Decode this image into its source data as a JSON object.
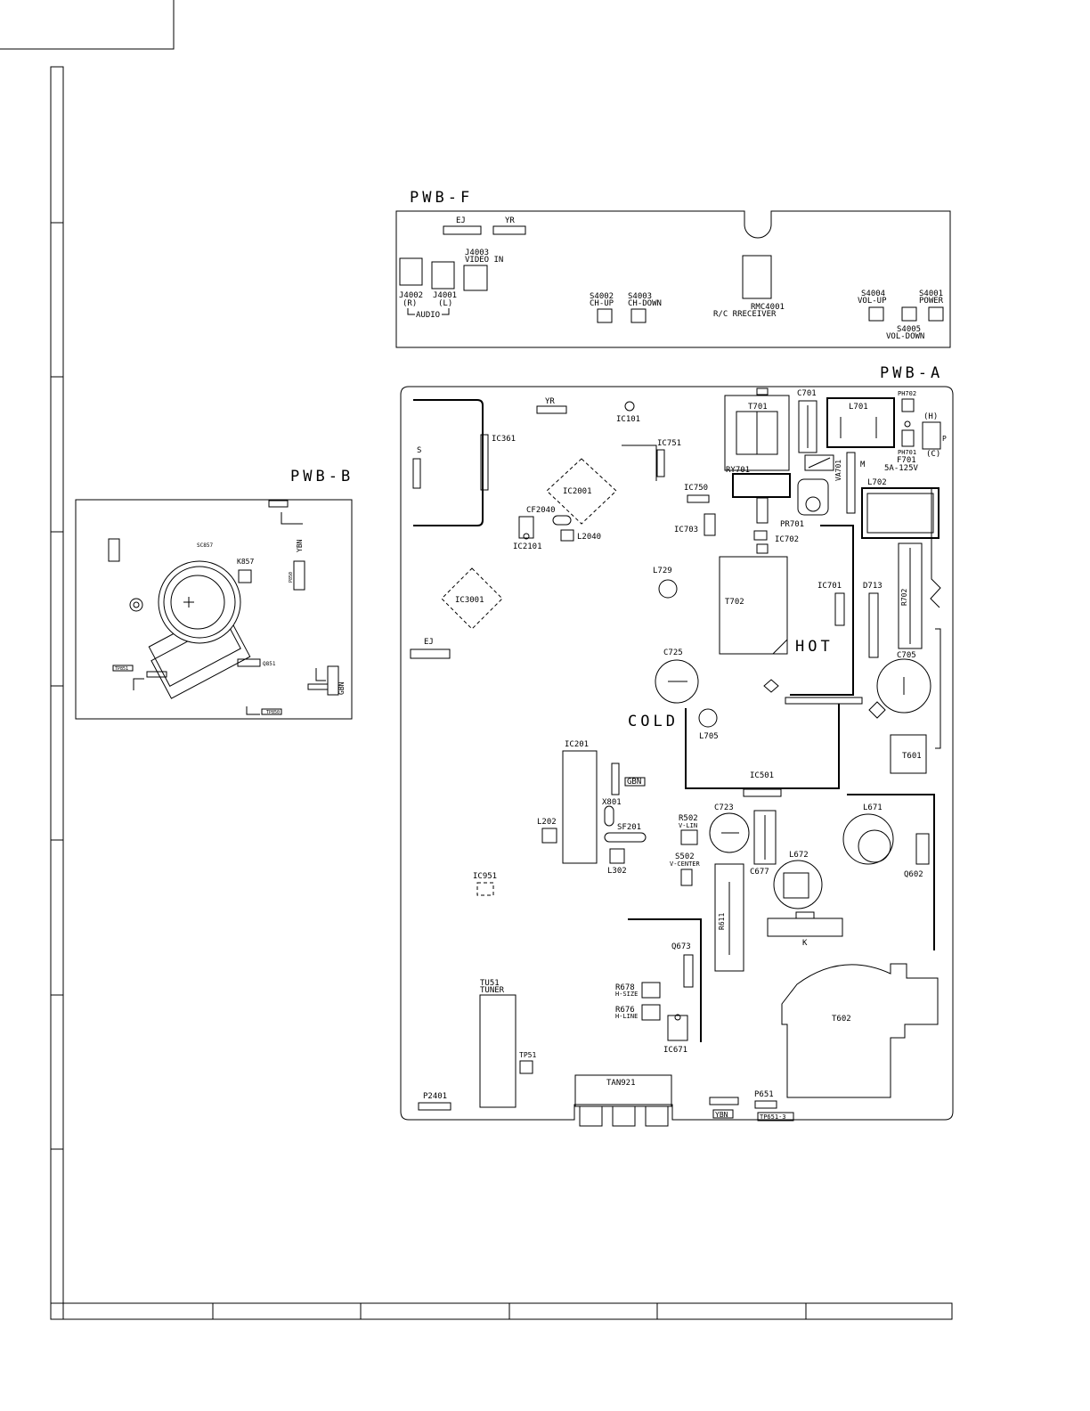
{
  "boards": {
    "f": {
      "title": "PWB-F"
    },
    "a": {
      "title": "PWB-A"
    },
    "b": {
      "title": "PWB-B"
    }
  },
  "pwb_f": {
    "ej": "EJ",
    "yr": "YR",
    "j4003_a": "J4003",
    "j4003_b": "VIDEO IN",
    "j4002_a": "J4002",
    "j4002_b": "(R)",
    "j4001_a": "J4001",
    "j4001_b": "(L)",
    "audio": "AUDIO",
    "s4002_a": "S4002",
    "s4002_b": "CH-UP",
    "s4003_a": "S4003",
    "s4003_b": "CH-DOWN",
    "rmc_a": "RMC4001",
    "rmc_b": "R/C RRECEIVER",
    "s4004_a": "S4004",
    "s4004_b": "VOL-UP",
    "s4001_a": "S4001",
    "s4001_b": "POWER",
    "s4005_a": "S4005",
    "s4005_b": "VOL-DOWN"
  },
  "pwb_a": {
    "yr": "YR",
    "ic101": "IC101",
    "s": "S",
    "ic361": "IC361",
    "ic751": "IC751",
    "ic2001": "IC2001",
    "cf2040": "CF2040",
    "l2040": "L2040",
    "ic2101": "IC2101",
    "ic3001": "IC3001",
    "ej": "EJ",
    "t701": "T701",
    "c701": "C701",
    "l701": "L701",
    "ph702": "PH702",
    "h": "(H)",
    "c": "(C)",
    "ph701": "PH701",
    "f701_a": "F701",
    "f701_b": "5A-125V",
    "p": "P",
    "m": "M",
    "ry701": "RY701",
    "va701": "VA701",
    "ic750": "IC750",
    "ic703": "IC703",
    "pr701": "PR701",
    "ic702": "IC702",
    "l702": "L702",
    "l729": "L729",
    "t702": "T702",
    "ic701": "IC701",
    "d713": "D713",
    "r702": "R702",
    "hot": "HOT",
    "c725": "C725",
    "c705": "C705",
    "cold": "COLD",
    "l705": "L705",
    "t601": "T601",
    "ic201": "IC201",
    "gbn": "GBN",
    "ic501": "IC501",
    "x801": "X801",
    "sf201": "SF201",
    "l202": "L202",
    "l302": "L302",
    "r502_a": "R502",
    "r502_b": "V-LIN",
    "c723": "C723",
    "l671": "L671",
    "s502_a": "S502",
    "s502_b": "V-CENTER",
    "c677": "C677",
    "l672": "L672",
    "q602": "Q602",
    "ic951": "IC951",
    "r611": "R611",
    "k": "K",
    "q673": "Q673",
    "tu51_a": "TU51",
    "tu51_b": "TUNER",
    "r678_a": "R678",
    "r678_b": "H-SIZE",
    "r676_a": "R676",
    "r676_b": "H-LINE",
    "t602": "T602",
    "ic671": "IC671",
    "tp51": "TP51",
    "tan921": "TAN921",
    "p2401": "P2401",
    "p651": "P651",
    "ybn": "YBN",
    "tp651": "TP651-3"
  },
  "pwb_b": {
    "ybn": "YBN",
    "k857": "K857",
    "gbn": "GBN",
    "q851": "Q851",
    "tp851": "TP851",
    "tp850": "TP850",
    "p850": "P850",
    "sc857": "SC857"
  }
}
